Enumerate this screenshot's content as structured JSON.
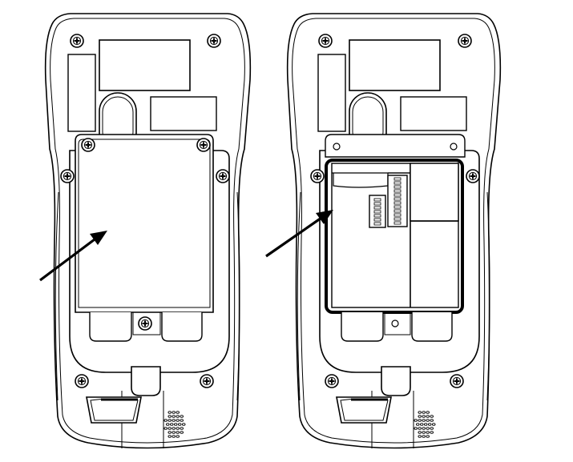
{
  "figure": {
    "panels": [
      {
        "id": "cover-installed",
        "arrow_target": "battery-cover"
      },
      {
        "id": "cover-removed",
        "arrow_target": "battery-pack"
      }
    ],
    "colors": {
      "stroke": "#000000",
      "background": "#ffffff"
    },
    "icons": [
      "screw-icon",
      "speaker-grille-icon",
      "arrow-icon"
    ]
  }
}
